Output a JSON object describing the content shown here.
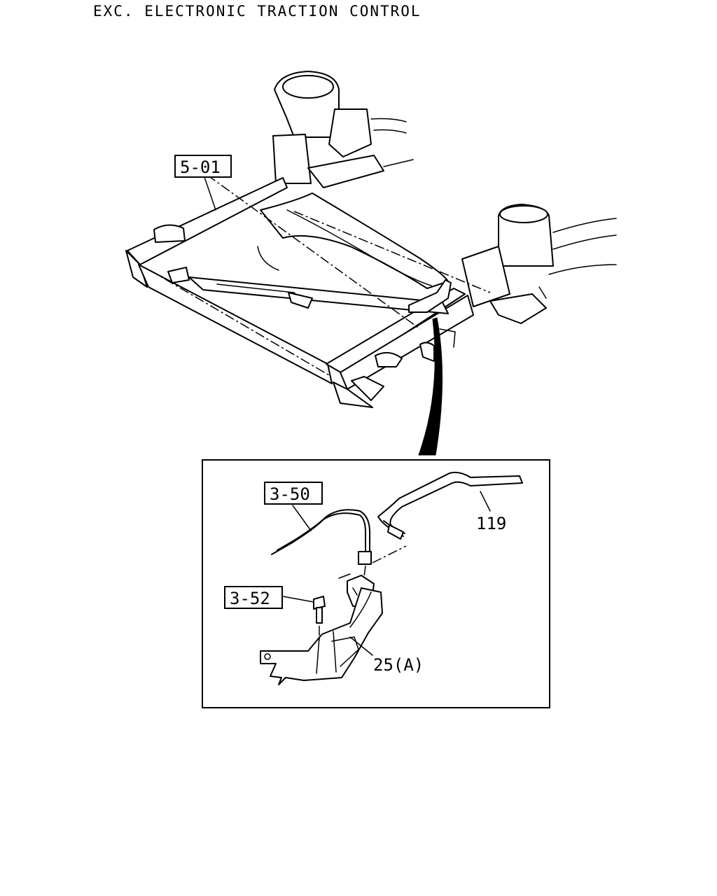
{
  "header": {
    "title": "EXC. ELECTRONIC TRACTION CONTROL"
  },
  "callouts": {
    "frame_ref": "5-01",
    "pipe_ref": "3-50",
    "bolt_ref": "3-52",
    "brake_pipe_num": "119",
    "bracket_num": "25(A)"
  }
}
